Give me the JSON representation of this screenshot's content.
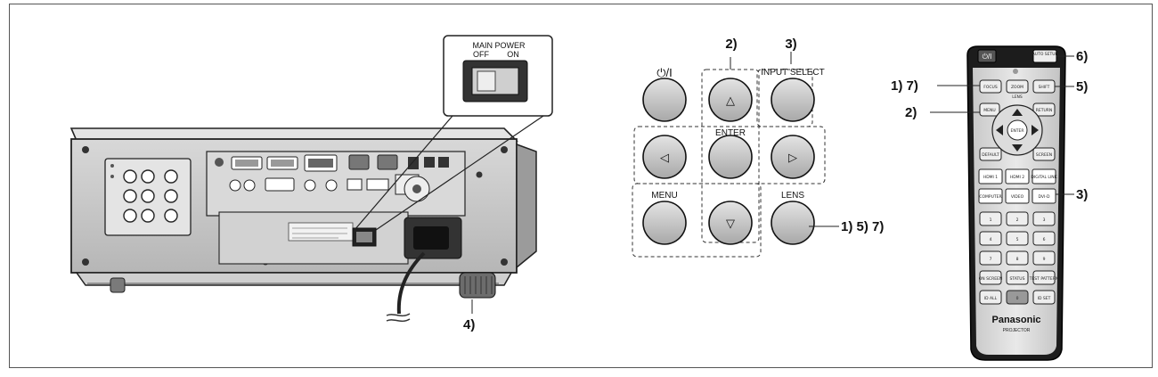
{
  "main_power": {
    "title": "MAIN POWER",
    "off": "OFF",
    "on": "ON"
  },
  "projector": {
    "callout_4": "4)"
  },
  "panel": {
    "callout_2": "2)",
    "callout_3": "3)",
    "power_symbol": "⏻/I",
    "input_select": "INPUT SELECT",
    "enter": "ENTER",
    "menu": "MENU",
    "lens": "LENS",
    "callout_157": "1) 5) 7)"
  },
  "remote": {
    "callout_6": "6)",
    "callout_17": "1) 7)",
    "callout_5": "5)",
    "callout_2": "2)",
    "callout_3": "3)",
    "brand": "Panasonic",
    "sub_brand": "PROJECTOR",
    "buttons": {
      "power": "⏻/I",
      "auto_setup": "AUTO SETUP",
      "focus": "FOCUS",
      "zoom": "ZOOM",
      "shift": "SHIFT",
      "lens": "LENS",
      "menu": "MENU",
      "return": "RETURN",
      "enter": "ENTER",
      "default": "DEFAULT",
      "screen": "SCREEN",
      "hdmi1": "HDMI 1",
      "hdmi2": "HDMI 2",
      "digital_link": "DIGITAL LINK",
      "computer": "COMPUTER",
      "video": "VIDEO",
      "dvi": "DVI-D",
      "num1": "1",
      "num2": "2",
      "num3": "3",
      "num4": "4",
      "num5": "5",
      "num6": "6",
      "num7": "7",
      "num8": "8",
      "num9": "9",
      "num0": "0",
      "on_screen": "ON SCREEN",
      "status": "STATUS",
      "test_pattern": "TEST PATTERN",
      "id_all": "ID ALL",
      "id_set": "ID SET"
    }
  }
}
